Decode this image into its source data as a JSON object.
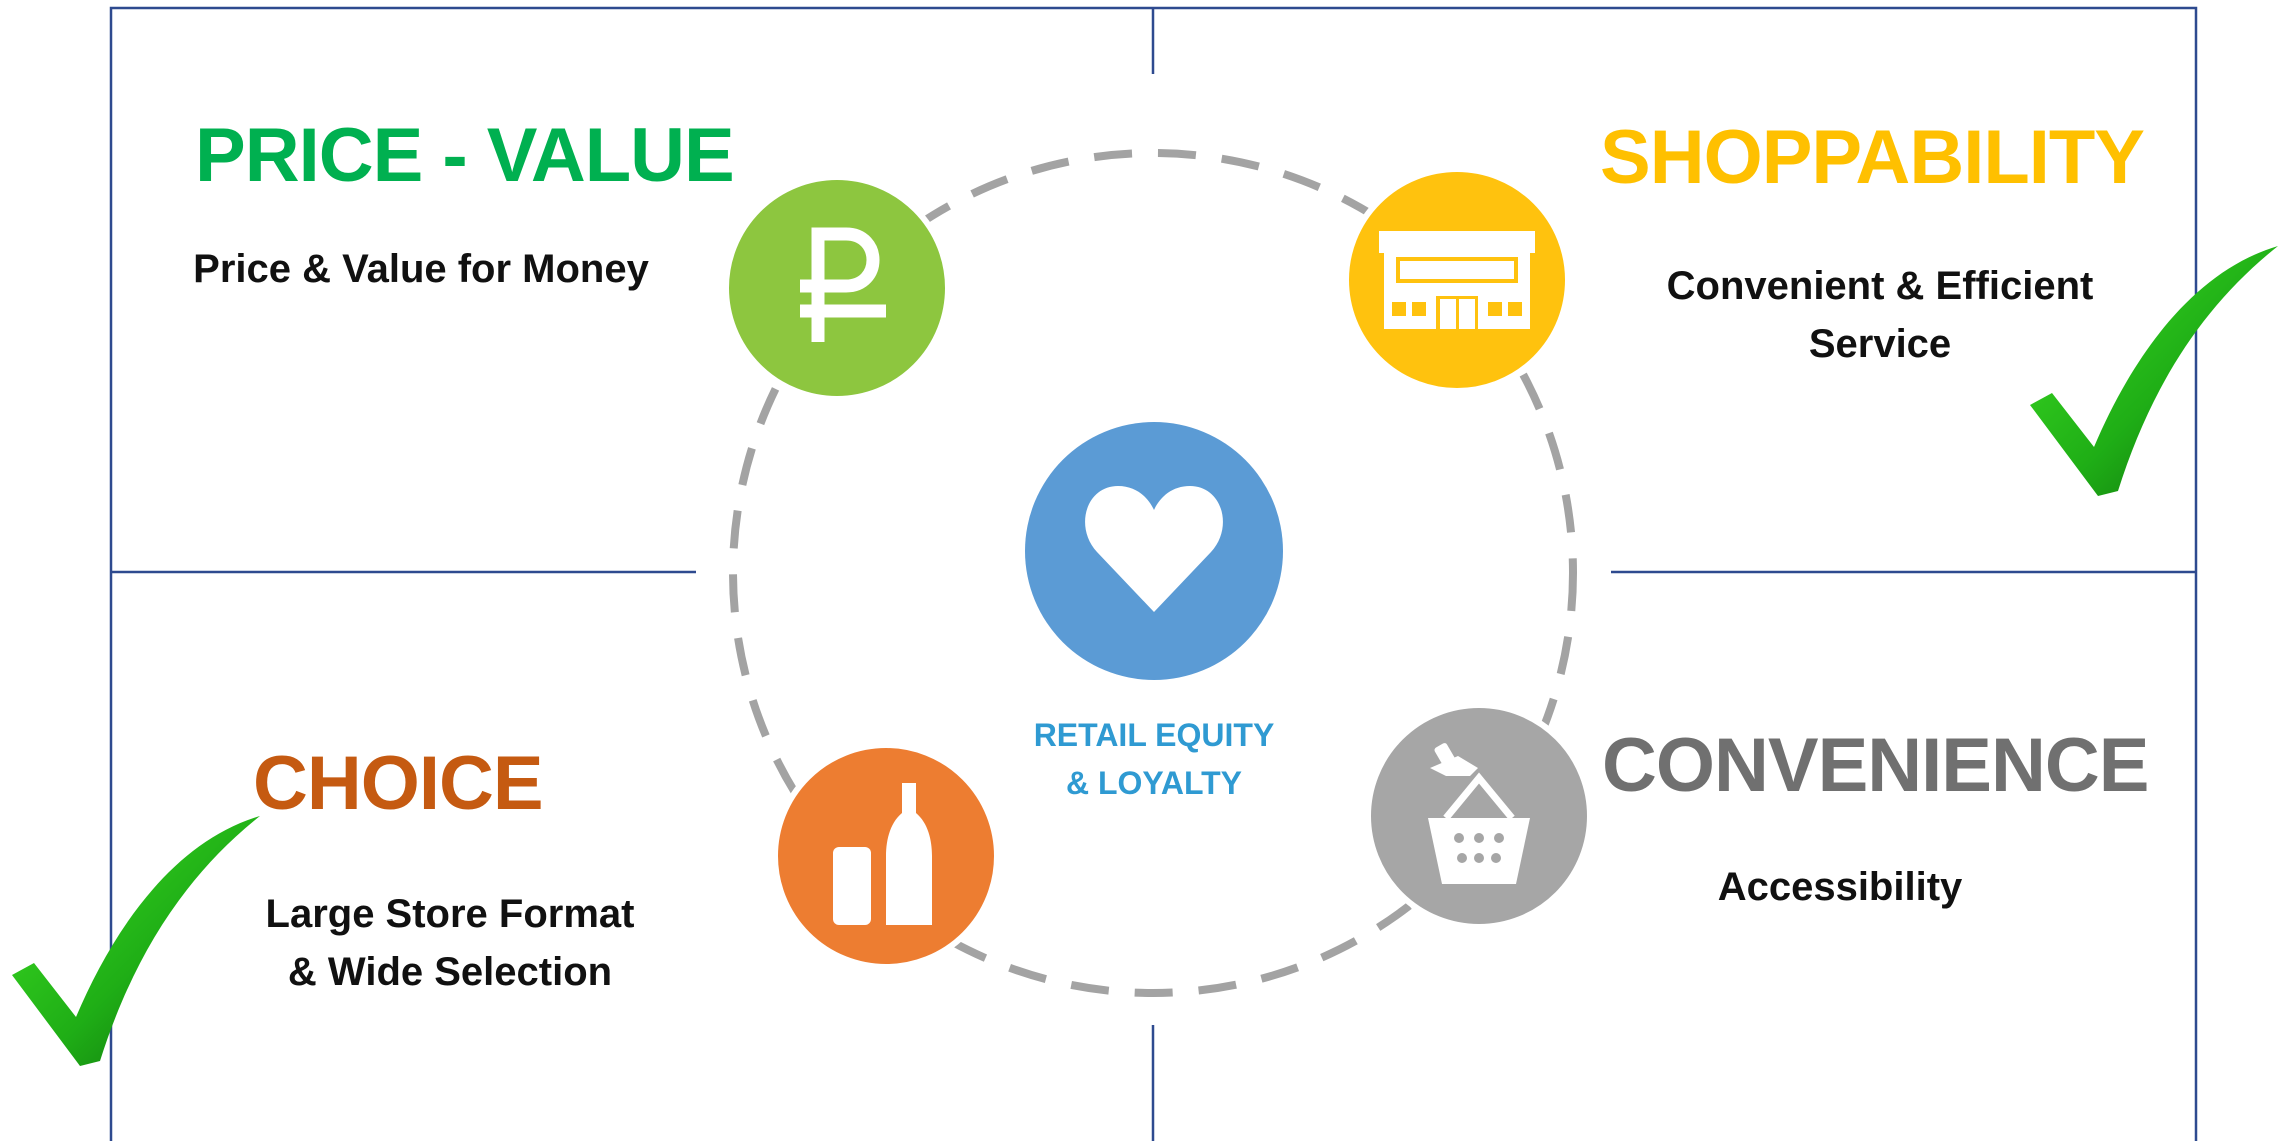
{
  "colors": {
    "frame": "#2e4a8f",
    "ring": "#a3a3a3",
    "price": "#00b050",
    "shoppability": "#ffc000",
    "choice": "#c55a11",
    "convenience": "#707070",
    "heart_circle": "#5b9bd5",
    "center_text": "#2f9ad2",
    "price_icon_bg": "#8dc63f",
    "shop_icon_bg": "#ffc20e",
    "choice_icon_bg": "#ed7d31",
    "conv_icon_bg": "#a6a6a6",
    "check_light": "#37d41e",
    "check_dark": "#0a6b0a"
  },
  "quadrants": {
    "price": {
      "title": "PRICE - VALUE",
      "subtitle": [
        "Price & Value for Money"
      ],
      "icon": "ruble-icon"
    },
    "shoppability": {
      "title": "SHOPPABILITY",
      "subtitle": [
        "Convenient & Efficient",
        "Service"
      ],
      "icon": "store-icon",
      "checked": true
    },
    "choice": {
      "title": "CHOICE",
      "subtitle": [
        "Large Store Format",
        "& Wide Selection"
      ],
      "icon": "bottles-icon",
      "checked": true
    },
    "convenience": {
      "title": "CONVENIENCE",
      "subtitle": [
        "Accessibility"
      ],
      "icon": "basket-icon"
    }
  },
  "center": {
    "icon": "heart-icon",
    "label_line1": "RETAIL EQUITY",
    "label_line2": "& LOYALTY"
  }
}
